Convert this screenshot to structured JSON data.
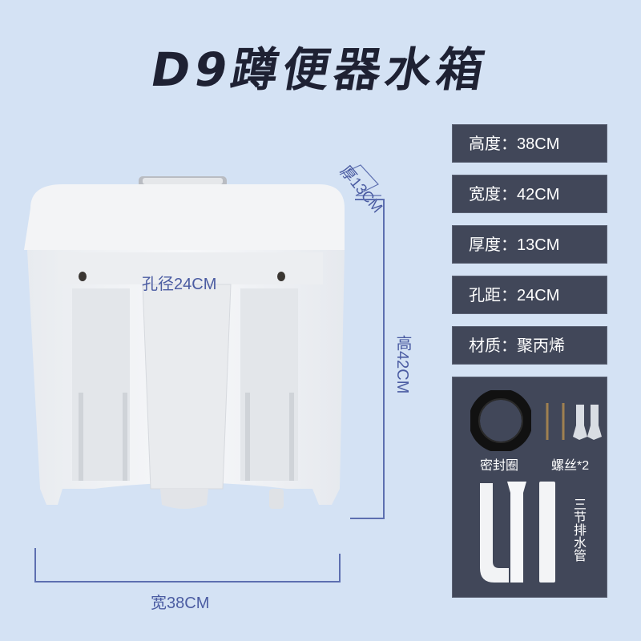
{
  "title": "D9蹲便器水箱",
  "specs": [
    {
      "label": "高度：38CM"
    },
    {
      "label": "宽度：42CM"
    },
    {
      "label": "厚度：13CM"
    },
    {
      "label": "孔距：24CM"
    },
    {
      "label": "材质：聚丙烯"
    }
  ],
  "accessories": {
    "seal_ring": "密封圈",
    "screws": "螺丝*2",
    "drain_pipe": "三节排水管"
  },
  "dimensions": {
    "thickness": "厚13CM",
    "hole_distance": "孔径24CM",
    "height": "高42CM",
    "width": "宽38CM"
  },
  "colors": {
    "background": "#d4e2f4",
    "panel": "#414759",
    "dimension_line": "#5d6fb0",
    "title": "#1e2133"
  }
}
